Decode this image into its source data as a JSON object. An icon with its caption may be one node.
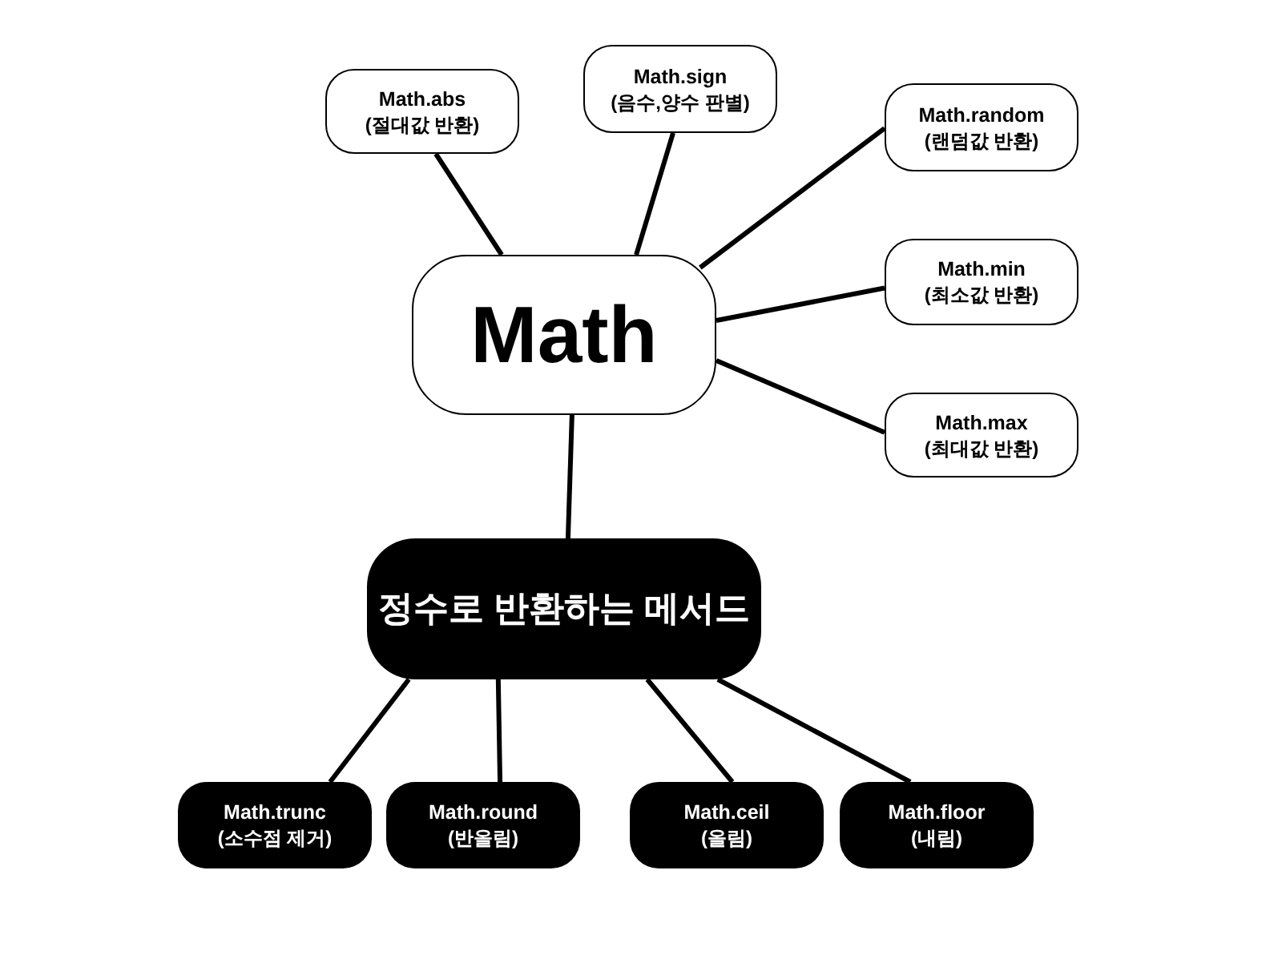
{
  "diagram": {
    "nodes": [
      {
        "text": [
          "Math"
        ]
      },
      {
        "text": [
          "Math.abs",
          "(절대값 반환)"
        ]
      },
      {
        "text": [
          "Math.sign",
          "(음수,양수 판별)"
        ]
      },
      {
        "text": [
          "Math.random",
          "(랜덤값 반환)"
        ]
      },
      {
        "text": [
          "Math.min",
          "(최소값 반환)"
        ]
      },
      {
        "text": [
          "Math.max",
          "(최대값 반환)"
        ]
      },
      {
        "text": [
          "정수로 반환하는 메서드"
        ]
      },
      {
        "text": [
          "Math.trunc",
          "(소수점 제거)"
        ]
      },
      {
        "text": [
          "Math.round",
          "(반올림)"
        ]
      },
      {
        "text": [
          "Math.ceil",
          "(올림)"
        ]
      },
      {
        "text": [
          "Math.floor",
          "(내림)"
        ]
      }
    ],
    "edges": [
      {
        "from": 0,
        "to": 1,
        "arrow": "none"
      },
      {
        "from": 0,
        "to": 2,
        "arrow": "none"
      },
      {
        "from": 0,
        "to": 3,
        "arrow": "none"
      },
      {
        "from": 0,
        "to": 4,
        "arrow": "none"
      },
      {
        "from": 0,
        "to": 5,
        "arrow": "none"
      },
      {
        "from": 0,
        "to": 6,
        "arrow": "none"
      },
      {
        "from": 6,
        "to": 7,
        "arrow": "none"
      },
      {
        "from": 6,
        "to": 8,
        "arrow": "none"
      },
      {
        "from": 6,
        "to": 9,
        "arrow": "none"
      },
      {
        "from": 6,
        "to": 10,
        "arrow": "none"
      }
    ]
  }
}
